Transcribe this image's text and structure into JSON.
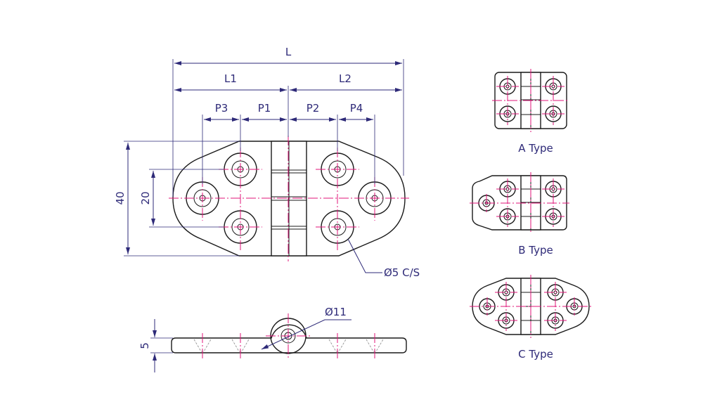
{
  "dims": {
    "L": "L",
    "L1": "L1",
    "L2": "L2",
    "P1": "P1",
    "P2": "P2",
    "P3": "P3",
    "P4": "P4",
    "h40": "40",
    "h20": "20",
    "h5": "5",
    "hole": "Ø5 C/S",
    "pin": "Ø11"
  },
  "types": {
    "a": "A Type",
    "b": "B Type",
    "c": "C Type"
  },
  "colors": {
    "outline": "#1a1a1a",
    "centerline": "#e0147a",
    "dimension": "#2e2a78"
  }
}
